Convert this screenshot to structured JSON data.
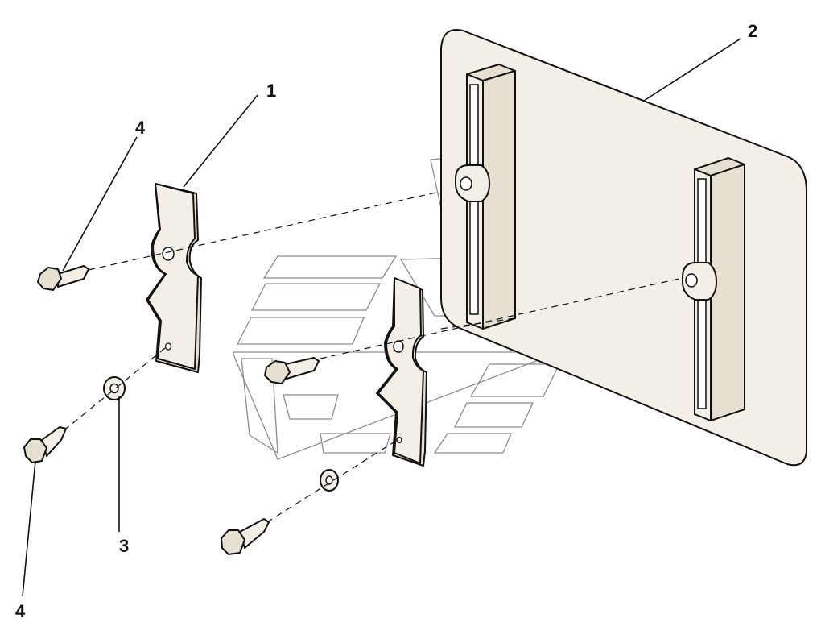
{
  "callouts": {
    "c1": "1",
    "c2": "2",
    "c3": "3",
    "c4a": "4",
    "c4b": "4"
  },
  "parts": [
    {
      "number": "1",
      "name": "mounting-bracket"
    },
    {
      "number": "2",
      "name": "mounting-plate"
    },
    {
      "number": "3",
      "name": "washer"
    },
    {
      "number": "4",
      "name": "screw"
    }
  ],
  "colors": {
    "line": "#111111",
    "part_fill": "#f3efe6",
    "watermark": "#8c8c8c"
  }
}
